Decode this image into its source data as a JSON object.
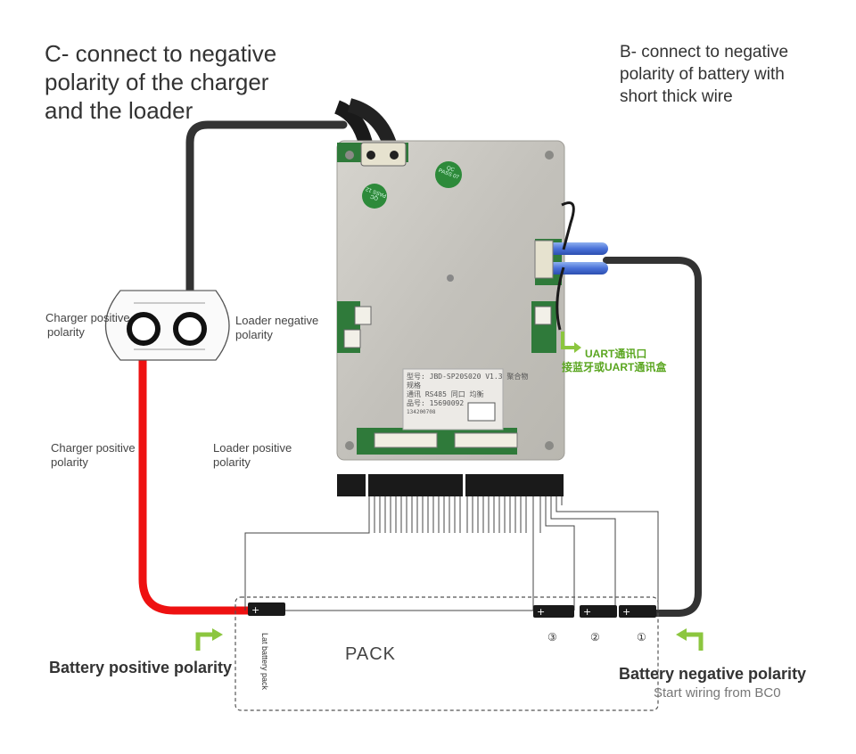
{
  "labels": {
    "c_minus": [
      "C- connect to negative",
      "polarity of the charger",
      "and the loader"
    ],
    "b_minus": [
      "B- connect to negative",
      "polarity of battery with",
      "short thick wire"
    ],
    "charger_pos_top": [
      "Charger positive",
      "polarity"
    ],
    "loader_neg": [
      "Loader negative",
      "polarity"
    ],
    "charger_pos_bottom": [
      "Charger positive",
      "polarity"
    ],
    "loader_pos": [
      "Loader positive",
      "polarity"
    ],
    "uart": [
      "UART通讯口",
      "接蓝牙或UART通讯盒"
    ],
    "battery_positive": "Battery positive polarity",
    "battery_negative": "Battery negative polarity",
    "start_wiring": "Start wiring from BC0",
    "pack": "PACK",
    "last_battery": "Lat battery pack",
    "cell_numbers": [
      "③",
      "②",
      "①"
    ]
  },
  "board": {
    "qc_badges": [
      "QC PASS 07",
      "QC PASS 12"
    ],
    "sticker_lines": [
      "型号: JBD-SP20S020  V1.3 聚合物",
      "规格",
      "通讯   RS485       同口 均衡",
      "品号: 15690092",
      "134200708"
    ]
  },
  "colors": {
    "positive_wire": "#ee1111",
    "negative_wire": "#333333",
    "accent_green": "#6cb52d",
    "board": "#c8c6c0"
  },
  "icons": [
    "return-arrow-icon",
    "return-arrow-icon",
    "return-arrow-icon"
  ]
}
